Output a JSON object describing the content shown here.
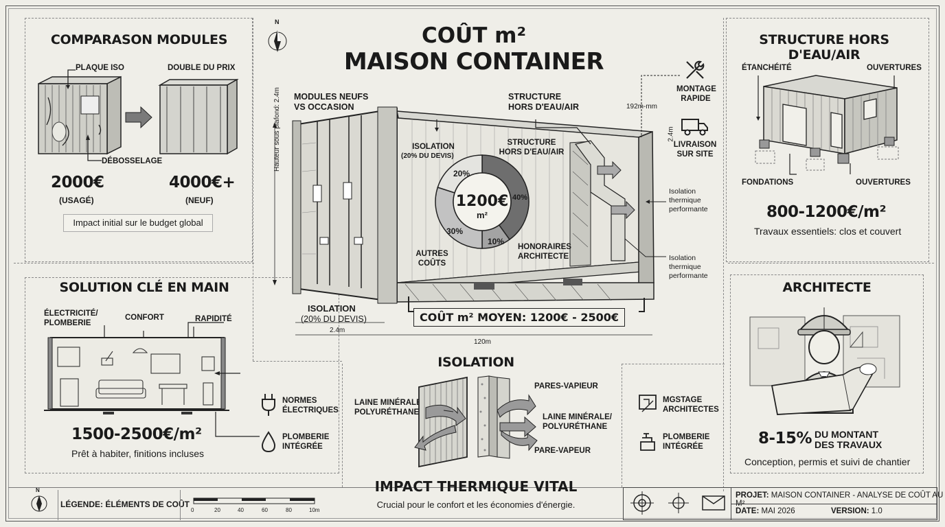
{
  "header": {
    "title_line1": "COÛT m²",
    "title_line2": "MAISON CONTAINER",
    "compass_n": "N"
  },
  "comparison": {
    "title": "COMPARASON MODULES",
    "label_iso": "PLAQUE ISO",
    "label_double": "DOUBLE DU PRIX",
    "label_dent": "DÉBOSSELAGE",
    "price_used": "2000€",
    "price_used_note": "(USAGÉ)",
    "price_new": "4000€+",
    "price_new_note": "(NEUF)",
    "impact": "Impact initial sur le budget global"
  },
  "turnkey": {
    "title": "SOLUTION CLÉ EN MAIN",
    "label_elec": "ÉLECTRICITÉ/ PLOMBERIE",
    "label_comfort": "CONFORT",
    "label_speed": "RAPIDITÉ",
    "feature_norms": "NORMES ÉLECTRIQUES",
    "feature_plumbing": "PLOMBERIE INTÉGRÉE",
    "price": "1500-2500€/m²",
    "caption": "Prêt à habiter, finitions incluses"
  },
  "center": {
    "label_modules": "MODULES NEUFS VS OCCASION",
    "label_structure": "STRUCTURE HORS D'EAU/AIR",
    "label_iso_bottom": "ISOLATION",
    "label_iso_bottom_note": "(20% DU DEVIS)",
    "dim_width": "2.4m",
    "dim_length": "120m",
    "dim_height": "Hauteur sous plafond: 2.4m",
    "dim_top": "192m-mm",
    "dim_side": "2.4m",
    "avg_cost": "COÛT m² MOYEN: 1200€ - 2500€",
    "side_insul_1": "Isolation thermique performante",
    "side_insul_2": "Isolation thermique performante",
    "feature_montage": "MONTAGE RAPIDE",
    "feature_delivery": "LIVRAISON SUR SITE"
  },
  "chart_data": {
    "type": "pie",
    "center_label": "1200€",
    "center_unit": "m²",
    "slices": [
      {
        "name": "STRUCTURE HORS D'EAU/AIR",
        "value": 40,
        "label": "40%",
        "color": "#6e6e6e"
      },
      {
        "name": "HONORAIRES ARCHITECTE",
        "value": 10,
        "label": "10%",
        "color": "#a3a3a3"
      },
      {
        "name": "AUTRES COÛTS",
        "value": 30,
        "label": "30%",
        "color": "#c2c2c2"
      },
      {
        "name": "ISOLATION (20% DU DEVIS)",
        "value": 20,
        "label": "20%",
        "color": "#e4e4e0"
      }
    ],
    "legend_labels": {
      "isolation": "ISOLATION",
      "isolation_note": "(20% DU DEVIS)",
      "structure": "STRUCTURE HORS D'EAU/AIR",
      "autres": "AUTRES COÛTS",
      "honoraires": "HONORAIRES ARCHITECTE"
    }
  },
  "structure": {
    "title": "STRUCTURE HORS D'EAU/AIR",
    "label_seal": "ÉTANCHÉITÉ",
    "label_openings_top": "OUVERTURES",
    "label_foundations": "FONDATIONS",
    "label_openings_bottom": "OUVERTURES",
    "price": "800-1200€/m²",
    "caption": "Travaux essentiels: clos et couvert"
  },
  "architect": {
    "title": "ARCHITECTE",
    "price": "8-15%",
    "price_note": "DU MONTANT DES TRAVAUX",
    "caption": "Conception, permis et suivi de chantier",
    "feature_staging": "MGSTAGE ARCHITECTES",
    "feature_plumbing": "PLOMBERIE INTÉGRÉE"
  },
  "insulation": {
    "title": "ISOLATION",
    "label_wool_left": "LAINE MINÉRALE/ POLYURÉTHANE",
    "label_vapor_top": "PARES-VAPIEUR",
    "label_wool_right": "LAINE MINÉRALE/ POLYURÉTHANE",
    "label_vapor_bottom": "PARE-VAPEUR",
    "impact_title": "IMPACT THERMIQUE VITAL",
    "impact_caption": "Crucial pour le confort et les économies d'énergie."
  },
  "footer": {
    "legend": "LÉGENDE: ÉLÉMENTS DE COÛT",
    "scale_ticks": [
      "0",
      "20",
      "40",
      "60",
      "80",
      "10m"
    ],
    "project_label": "PROJET:",
    "project_value": "MAISON CONTAINER - ANALYSE DE COÛT AU M²",
    "date_label": "DATE:",
    "date_value": "MAI 2026",
    "version_label": "VERSION:",
    "version_value": "1.0"
  }
}
